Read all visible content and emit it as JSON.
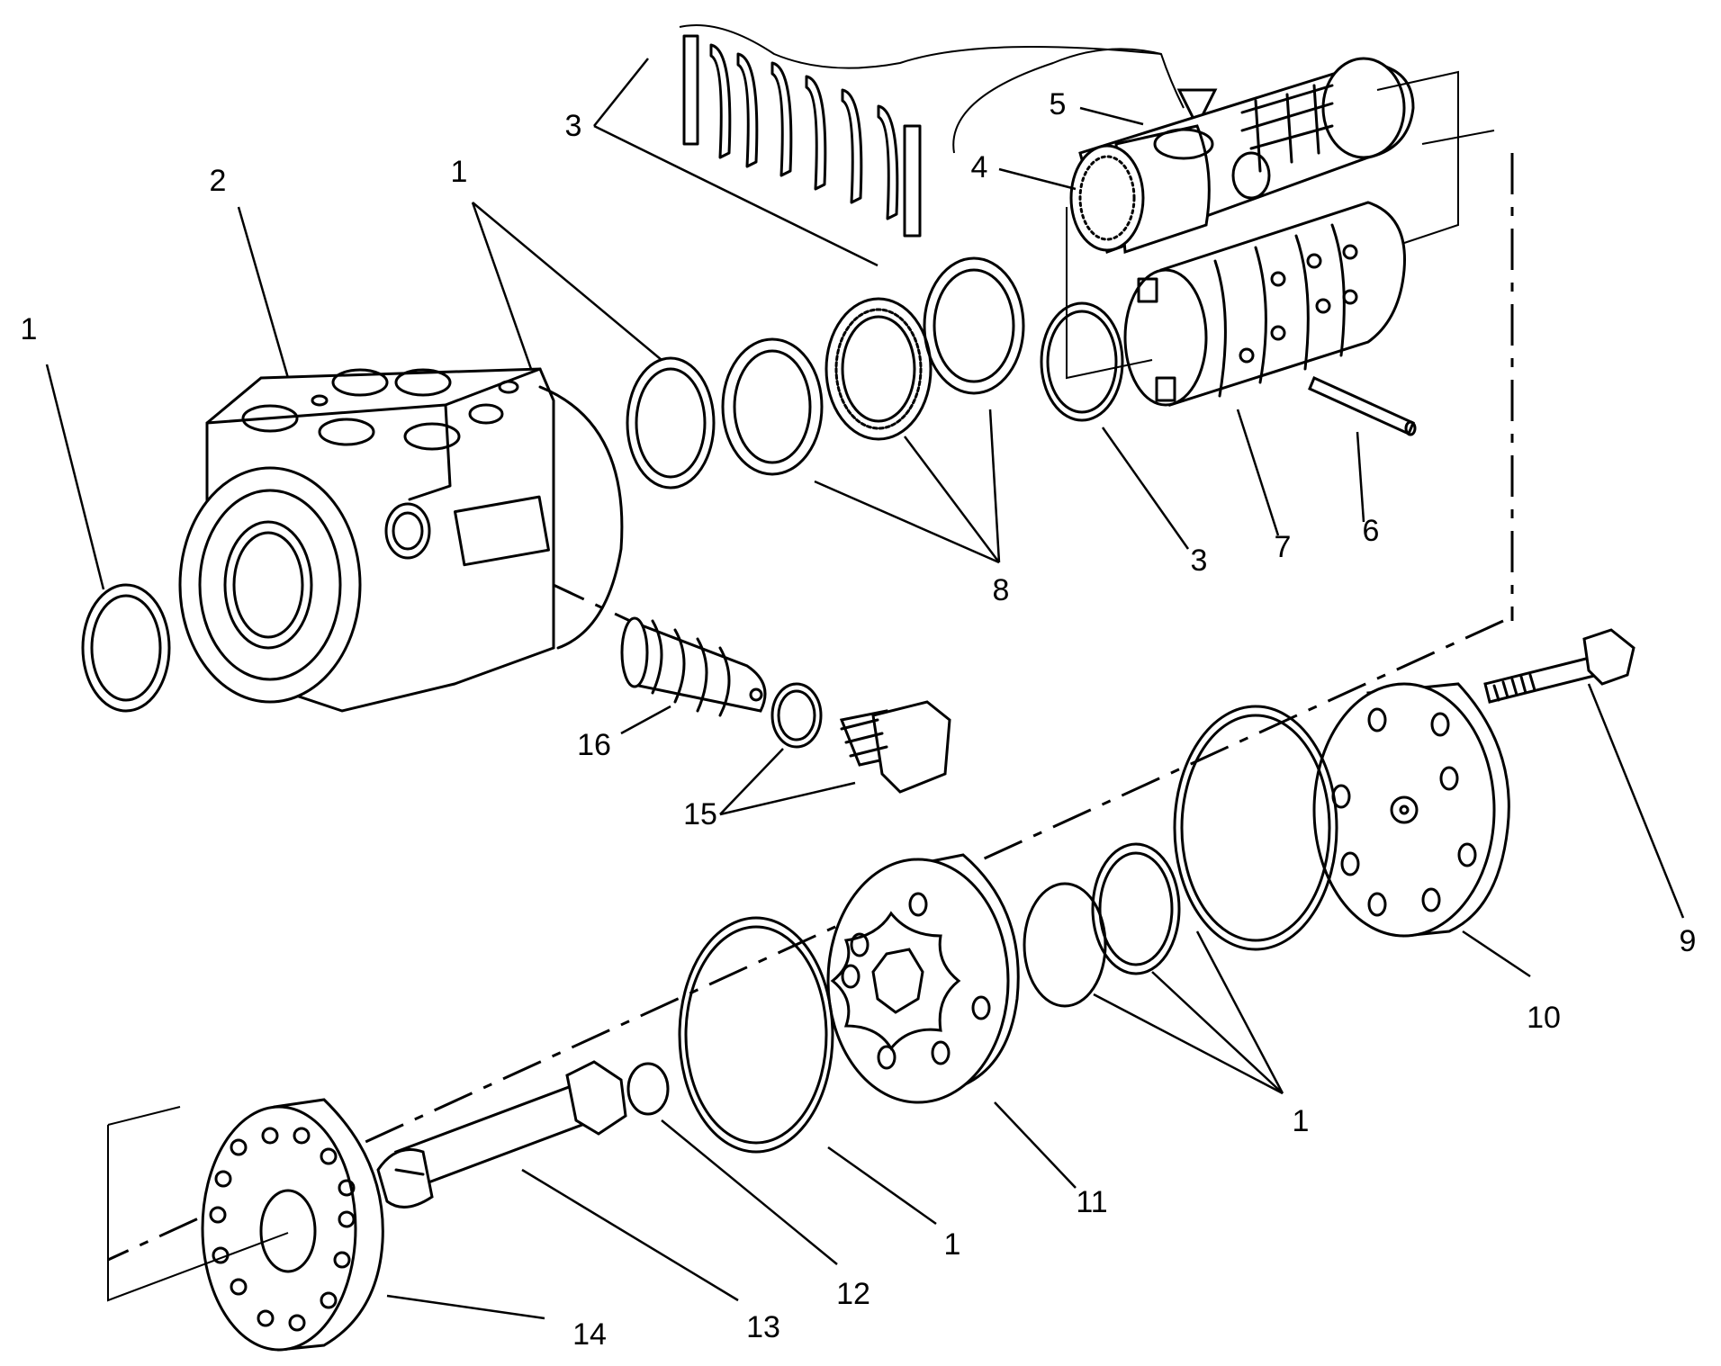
{
  "callouts": [
    {
      "id": "c1-left",
      "text": "1"
    },
    {
      "id": "c2",
      "text": "2"
    },
    {
      "id": "c1-top",
      "text": "1"
    },
    {
      "id": "c3-top",
      "text": "3"
    },
    {
      "id": "c5",
      "text": "5"
    },
    {
      "id": "c4",
      "text": "4"
    },
    {
      "id": "c8",
      "text": "8"
    },
    {
      "id": "c3-right",
      "text": "3"
    },
    {
      "id": "c7",
      "text": "7"
    },
    {
      "id": "c6",
      "text": "6"
    },
    {
      "id": "c16",
      "text": "16"
    },
    {
      "id": "c15",
      "text": "15"
    },
    {
      "id": "c9",
      "text": "9"
    },
    {
      "id": "c10",
      "text": "10"
    },
    {
      "id": "c1-lower-right",
      "text": "1"
    },
    {
      "id": "c11",
      "text": "11"
    },
    {
      "id": "c1-lower",
      "text": "1"
    },
    {
      "id": "c12",
      "text": "12"
    },
    {
      "id": "c13",
      "text": "13"
    },
    {
      "id": "c14",
      "text": "14"
    }
  ]
}
